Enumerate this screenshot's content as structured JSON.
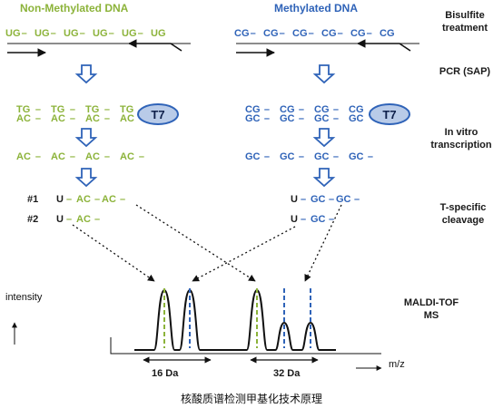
{
  "headers": {
    "left": "Non-Methylated DNA",
    "right": "Methylated DNA"
  },
  "steps": {
    "bisulfite": [
      "Bisulfite",
      "treatment"
    ],
    "pcr": "PCR (SAP)",
    "ivt": [
      "In vitro",
      "transcription"
    ],
    "cleavage": [
      "T-specific",
      "cleavage"
    ],
    "maldi": [
      "MALDI-TOF",
      "MS"
    ]
  },
  "left": {
    "bisulfite_units": [
      "UG",
      "UG",
      "UG",
      "UG",
      "UG",
      "UG"
    ],
    "pcr_top_units": [
      "TG",
      "TG",
      "TG",
      "TG"
    ],
    "pcr_bottom_units": [
      "AC",
      "AC",
      "AC",
      "AC"
    ],
    "ivt_units": [
      "AC",
      "AC",
      "AC",
      "AC"
    ],
    "fragment1": {
      "id": "#1",
      "start": "U",
      "units": [
        "AC",
        "AC"
      ]
    },
    "fragment2": {
      "id": "#2",
      "start": "U",
      "units": [
        "AC"
      ]
    }
  },
  "right": {
    "bisulfite_units": [
      "CG",
      "CG",
      "CG",
      "CG",
      "CG",
      "CG"
    ],
    "pcr_top_units": [
      "CG",
      "CG",
      "CG",
      "CG"
    ],
    "pcr_bottom_units": [
      "GC",
      "GC",
      "GC",
      "GC"
    ],
    "ivt_units": [
      "GC",
      "GC",
      "GC",
      "GC"
    ],
    "fragment1": {
      "start": "U",
      "units": [
        "GC",
        "GC"
      ]
    },
    "fragment2": {
      "start": "U",
      "units": [
        "GC"
      ]
    }
  },
  "t7": "T7",
  "separator": "–",
  "spectrum": {
    "y_label": "intensity",
    "x_label": "m/z",
    "gap1": "16 Da",
    "gap2": "32 Da"
  },
  "caption": "核酸质谱检测甲基化技术原理",
  "colors": {
    "green": "#8cb33a",
    "blue": "#2f63b8",
    "t7_fill": "#b9cbe8",
    "t7_stroke": "#2f63b8",
    "arrow_fill": "#ffffff",
    "arrow_stroke": "#2f63b8",
    "text": "#1a1a1a"
  }
}
